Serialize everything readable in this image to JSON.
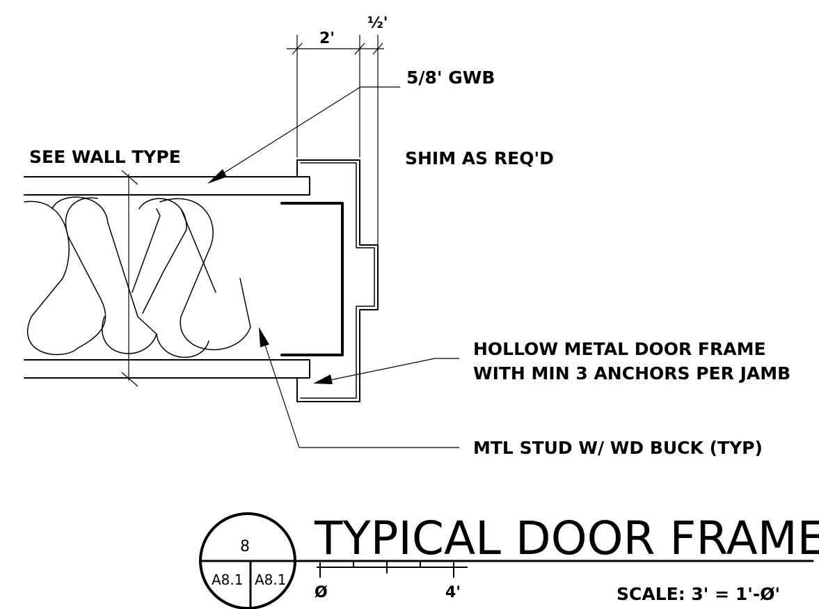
{
  "dimensions": {
    "stud_depth": "2'",
    "shim_gap": "½'"
  },
  "callouts": {
    "gwb": "5/8' GWB",
    "wall_type": "SEE WALL TYPE",
    "shim": "SHIM AS REQ'D",
    "frame_line1": "HOLLOW METAL DOOR FRAME",
    "frame_line2": "WITH MIN 3 ANCHORS PER JAMB",
    "stud": "MTL STUD W/ WD BUCK (TYP)"
  },
  "title_block": {
    "title": "TYPICAL DOOR FRAME",
    "detail_number": "8",
    "sheet_ref_left": "A8.1",
    "sheet_ref_right": "A8.1",
    "scale_bar_start": "Ø",
    "scale_bar_end": "4'",
    "scale": "SCALE: 3' = 1'-Ø'"
  }
}
